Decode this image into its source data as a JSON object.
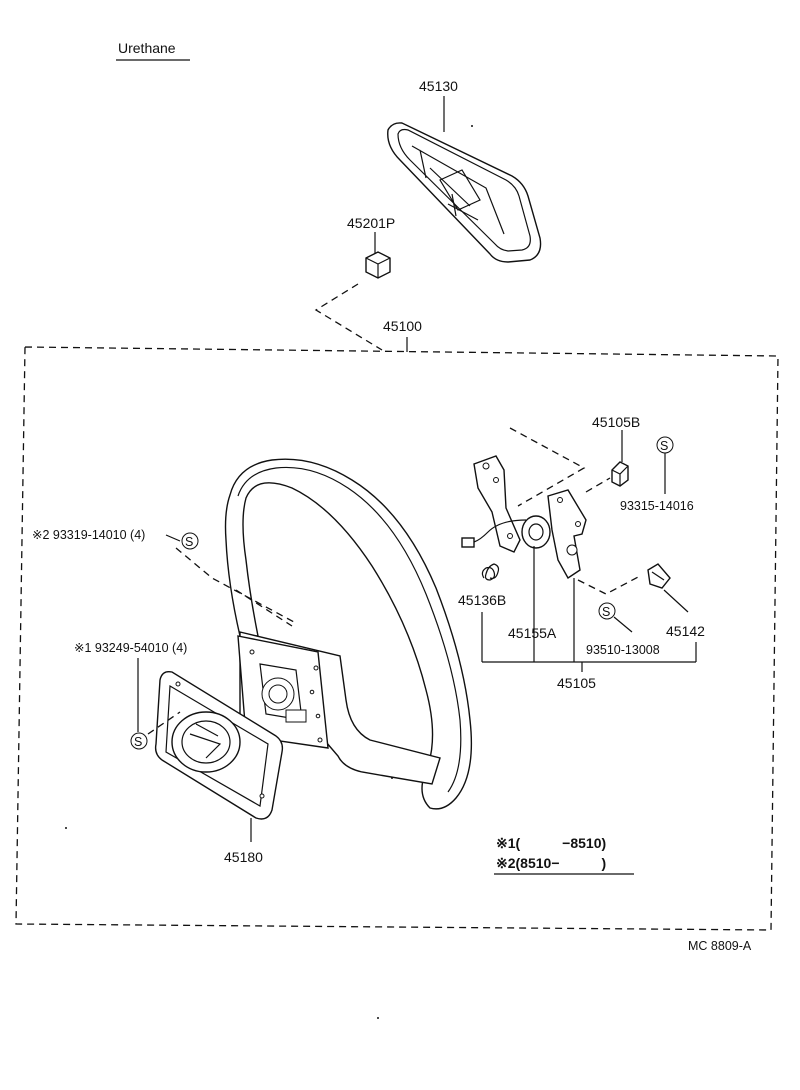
{
  "title": "Urethane",
  "parts": {
    "p45130": "45130",
    "p45201p": "45201P",
    "p45100": "45100",
    "p45105b": "45105B",
    "p93315": "93315-14016",
    "p93319": "※2 93319-14010 (4)",
    "p45136b": "45136B",
    "p45155a": "45155A",
    "p45142": "45142",
    "p93510": "93510-13008",
    "p45105": "45105",
    "p93249": "※1 93249-54010 (4)",
    "p45180": "45180"
  },
  "symbol_s": "S",
  "notes": {
    "n1": "※1(　　　−8510)",
    "n2": "※2(8510−　　　)"
  },
  "footer_code": "MC  8809-A"
}
